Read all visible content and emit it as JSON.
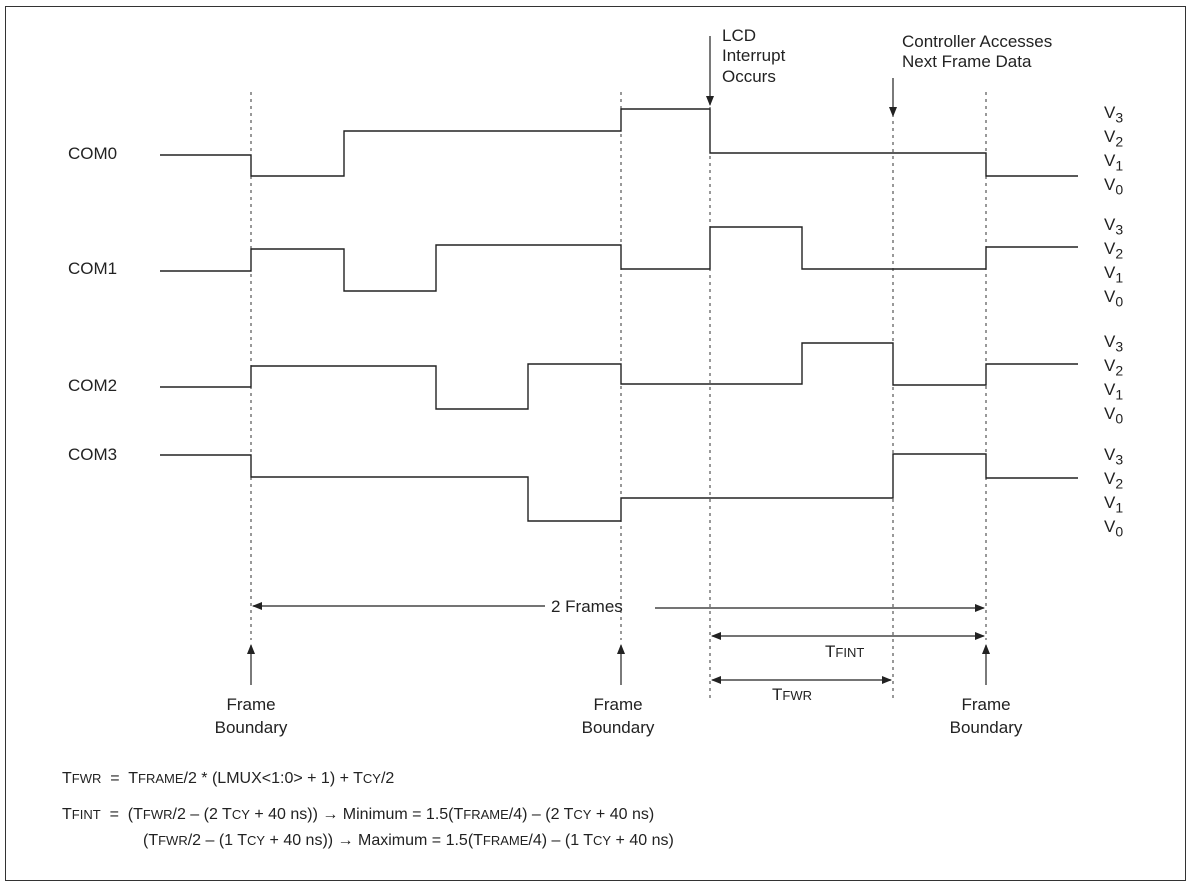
{
  "signals": [
    {
      "name": "COM0"
    },
    {
      "name": "COM1"
    },
    {
      "name": "COM2"
    },
    {
      "name": "COM3"
    }
  ],
  "voltage_levels": [
    "V3",
    "V2",
    "V1",
    "V0"
  ],
  "voltage_labels": {
    "v": "V",
    "s3": "3",
    "s2": "2",
    "s1": "1",
    "s0": "0"
  },
  "annotations": {
    "lcd_interrupt": [
      "LCD",
      "Interrupt",
      "Occurs"
    ],
    "controller_access": [
      "Controller Accesses",
      "Next Frame Data"
    ],
    "frame_boundary": [
      "Frame",
      "Boundary"
    ],
    "two_frames": "2 Frames",
    "tfint": {
      "t": "T",
      "sub": "FINT"
    },
    "tfwr": {
      "t": "T",
      "sub": "FWR"
    }
  },
  "equations": {
    "line1": {
      "lhs_t": "T",
      "lhs_sub": "FWR",
      "eq": "  =  ",
      "a_t": "T",
      "a_sub": "FRAME",
      "b": "/2 * (LMUX<1:0> + 1) + ",
      "c_t": "T",
      "c_sub": "CY",
      "d": "/2"
    },
    "line2": {
      "lhs_t": "T",
      "lhs_sub": "FINT",
      "eq": "  =  (",
      "a_t": "T",
      "a_sub": "FWR",
      "b": "/2 – (2 ",
      "c_t": "T",
      "c_sub": "CY",
      "d": " + 40 ns)) → Minimum = 1.5(",
      "e_t": "T",
      "e_sub": "FRAME",
      "f": "/4) – (2 ",
      "g_t": "T",
      "g_sub": "CY",
      "h": " + 40 ns)"
    },
    "line3": {
      "pre": "(",
      "a_t": "T",
      "a_sub": "FWR",
      "b": "/2 – (1 ",
      "c_t": "T",
      "c_sub": "CY",
      "d": " + 40 ns)) → Maximum = 1.5(",
      "e_t": "T",
      "e_sub": "FRAME",
      "f": "/4) – (1 ",
      "g_t": "T",
      "g_sub": "CY",
      "h": " + 40 ns)"
    }
  }
}
